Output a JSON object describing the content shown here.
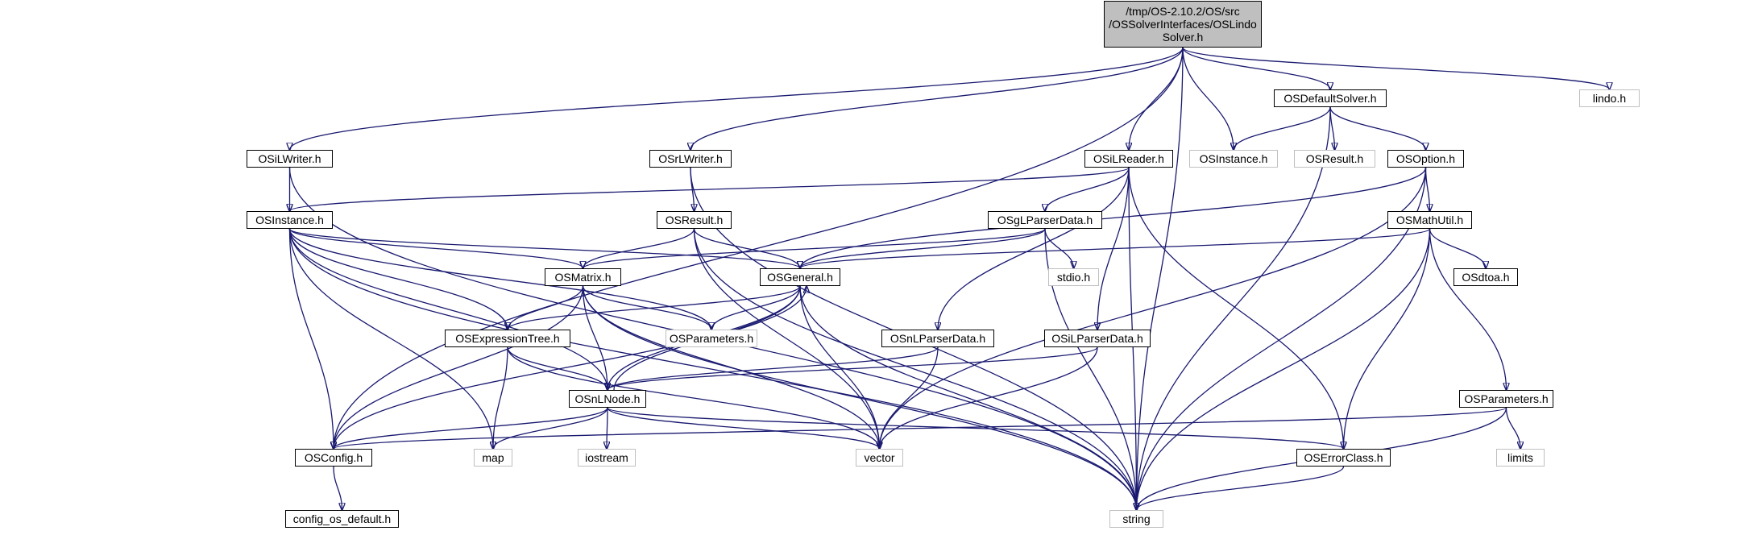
{
  "diagram": {
    "colors": {
      "edge": "#191970",
      "root_fill": "#bfbfbf",
      "node_border": "#000000",
      "external_border": "#bfbfbf",
      "background": "#ffffff"
    },
    "nodes": [
      {
        "id": "root",
        "label_lines": [
          "/tmp/OS-2.10.2/OS/src",
          "/OSSolverInterfaces/OSLindo",
          "Solver.h"
        ],
        "style": "root"
      },
      {
        "id": "lindo",
        "label": "lindo.h",
        "style": "external"
      },
      {
        "id": "OSDefaultSolver",
        "label": "OSDefaultSolver.h",
        "style": "solid"
      },
      {
        "id": "OSiLWriter",
        "label": "OSiLWriter.h",
        "style": "solid"
      },
      {
        "id": "OSrLWriter",
        "label": "OSrLWriter.h",
        "style": "solid"
      },
      {
        "id": "OSiLReader",
        "label": "OSiLReader.h",
        "style": "solid"
      },
      {
        "id": "OSInstanceExt",
        "label": "OSInstance.h",
        "style": "external"
      },
      {
        "id": "OSResultExt",
        "label": "OSResult.h",
        "style": "external"
      },
      {
        "id": "OSOption",
        "label": "OSOption.h",
        "style": "solid"
      },
      {
        "id": "OSInstance",
        "label": "OSInstance.h",
        "style": "solid"
      },
      {
        "id": "OSResult",
        "label": "OSResult.h",
        "style": "solid"
      },
      {
        "id": "OSgLParserData",
        "label": "OSgLParserData.h",
        "style": "solid"
      },
      {
        "id": "OSMathUtil",
        "label": "OSMathUtil.h",
        "style": "solid"
      },
      {
        "id": "OSMatrix",
        "label": "OSMatrix.h",
        "style": "solid"
      },
      {
        "id": "OSGeneral",
        "label": "OSGeneral.h",
        "style": "solid"
      },
      {
        "id": "stdio",
        "label": "stdio.h",
        "style": "external"
      },
      {
        "id": "OSdtoa",
        "label": "OSdtoa.h",
        "style": "solid"
      },
      {
        "id": "OSExpressionTree",
        "label": "OSExpressionTree.h",
        "style": "solid"
      },
      {
        "id": "OSParametersExt",
        "label": "OSParameters.h",
        "style": "external"
      },
      {
        "id": "OSnLParserData",
        "label": "OSnLParserData.h",
        "style": "solid"
      },
      {
        "id": "OSiLParserData",
        "label": "OSiLParserData.h",
        "style": "solid"
      },
      {
        "id": "OSnLNode",
        "label": "OSnLNode.h",
        "style": "solid"
      },
      {
        "id": "OSParameters",
        "label": "OSParameters.h",
        "style": "solid"
      },
      {
        "id": "OSConfig",
        "label": "OSConfig.h",
        "style": "solid"
      },
      {
        "id": "map",
        "label": "map",
        "style": "external"
      },
      {
        "id": "iostream",
        "label": "iostream",
        "style": "external"
      },
      {
        "id": "vector",
        "label": "vector",
        "style": "external"
      },
      {
        "id": "OSErrorClass",
        "label": "OSErrorClass.h",
        "style": "solid"
      },
      {
        "id": "limits",
        "label": "limits",
        "style": "external"
      },
      {
        "id": "config_os_default",
        "label": "config_os_default.h",
        "style": "solid"
      },
      {
        "id": "string",
        "label": "string",
        "style": "external"
      }
    ],
    "edges": [
      {
        "from": "root",
        "to": "lindo"
      },
      {
        "from": "root",
        "to": "OSDefaultSolver"
      },
      {
        "from": "root",
        "to": "OSiLWriter"
      },
      {
        "from": "root",
        "to": "OSrLWriter"
      },
      {
        "from": "root",
        "to": "OSiLReader"
      },
      {
        "from": "root",
        "to": "OSInstanceExt"
      },
      {
        "from": "root",
        "to": "OSConfig"
      },
      {
        "from": "root",
        "to": "string"
      },
      {
        "from": "OSDefaultSolver",
        "to": "OSInstanceExt"
      },
      {
        "from": "OSDefaultSolver",
        "to": "OSResultExt"
      },
      {
        "from": "OSDefaultSolver",
        "to": "OSOption"
      },
      {
        "from": "OSDefaultSolver",
        "to": "string"
      },
      {
        "from": "OSiLWriter",
        "to": "OSInstance"
      },
      {
        "from": "OSiLWriter",
        "to": "string"
      },
      {
        "from": "OSrLWriter",
        "to": "OSResult"
      },
      {
        "from": "OSrLWriter",
        "to": "string"
      },
      {
        "from": "OSiLReader",
        "to": "OSInstance"
      },
      {
        "from": "OSiLReader",
        "to": "OSgLParserData"
      },
      {
        "from": "OSiLReader",
        "to": "OSnLParserData"
      },
      {
        "from": "OSiLReader",
        "to": "OSiLParserData"
      },
      {
        "from": "OSiLReader",
        "to": "OSErrorClass"
      },
      {
        "from": "OSiLReader",
        "to": "string"
      },
      {
        "from": "OSOption",
        "to": "OSGeneral"
      },
      {
        "from": "OSOption",
        "to": "OSMathUtil"
      },
      {
        "from": "OSOption",
        "to": "vector"
      },
      {
        "from": "OSOption",
        "to": "string"
      },
      {
        "from": "OSInstance",
        "to": "OSMatrix"
      },
      {
        "from": "OSInstance",
        "to": "OSGeneral"
      },
      {
        "from": "OSInstance",
        "to": "OSExpressionTree"
      },
      {
        "from": "OSInstance",
        "to": "OSParametersExt"
      },
      {
        "from": "OSInstance",
        "to": "OSnLNode"
      },
      {
        "from": "OSInstance",
        "to": "OSConfig"
      },
      {
        "from": "OSInstance",
        "to": "map"
      },
      {
        "from": "OSInstance",
        "to": "string"
      },
      {
        "from": "OSResult",
        "to": "OSMatrix"
      },
      {
        "from": "OSResult",
        "to": "OSGeneral"
      },
      {
        "from": "OSResult",
        "to": "vector"
      },
      {
        "from": "OSResult",
        "to": "string"
      },
      {
        "from": "OSgLParserData",
        "to": "OSMatrix"
      },
      {
        "from": "OSgLParserData",
        "to": "OSGeneral"
      },
      {
        "from": "OSgLParserData",
        "to": "stdio"
      },
      {
        "from": "OSgLParserData",
        "to": "string"
      },
      {
        "from": "OSMathUtil",
        "to": "OSGeneral"
      },
      {
        "from": "OSMathUtil",
        "to": "OSdtoa"
      },
      {
        "from": "OSMathUtil",
        "to": "OSParameters"
      },
      {
        "from": "OSMathUtil",
        "to": "OSErrorClass"
      },
      {
        "from": "OSMathUtil",
        "to": "string"
      },
      {
        "from": "OSMatrix",
        "to": "OSParametersExt"
      },
      {
        "from": "OSMatrix",
        "to": "OSExpressionTree"
      },
      {
        "from": "OSMatrix",
        "to": "OSnLNode"
      },
      {
        "from": "OSMatrix",
        "to": "OSConfig"
      },
      {
        "from": "OSMatrix",
        "to": "vector"
      },
      {
        "from": "OSMatrix",
        "to": "string"
      },
      {
        "from": "OSGeneral",
        "to": "OSParametersExt"
      },
      {
        "from": "OSGeneral",
        "to": "OSExpressionTree"
      },
      {
        "from": "OSGeneral",
        "to": "OSnLNode"
      },
      {
        "from": "OSGeneral",
        "to": "OSConfig"
      },
      {
        "from": "OSGeneral",
        "to": "vector"
      },
      {
        "from": "OSGeneral",
        "to": "string"
      },
      {
        "from": "OSExpressionTree",
        "to": "OSnLNode"
      },
      {
        "from": "OSExpressionTree",
        "to": "map"
      },
      {
        "from": "OSExpressionTree",
        "to": "vector"
      },
      {
        "from": "OSnLParserData",
        "to": "OSnLNode"
      },
      {
        "from": "OSnLParserData",
        "to": "vector"
      },
      {
        "from": "OSiLParserData",
        "to": "OSnLNode"
      },
      {
        "from": "OSiLParserData",
        "to": "vector"
      },
      {
        "from": "OSnLNode",
        "to": "OSGeneral"
      },
      {
        "from": "OSnLNode",
        "to": "OSConfig"
      },
      {
        "from": "OSnLNode",
        "to": "map"
      },
      {
        "from": "OSnLNode",
        "to": "iostream"
      },
      {
        "from": "OSnLNode",
        "to": "vector"
      },
      {
        "from": "OSnLNode",
        "to": "OSErrorClass"
      },
      {
        "from": "OSParameters",
        "to": "OSConfig"
      },
      {
        "from": "OSParameters",
        "to": "limits"
      },
      {
        "from": "OSParameters",
        "to": "string"
      },
      {
        "from": "OSConfig",
        "to": "config_os_default"
      },
      {
        "from": "OSErrorClass",
        "to": "string"
      }
    ]
  }
}
